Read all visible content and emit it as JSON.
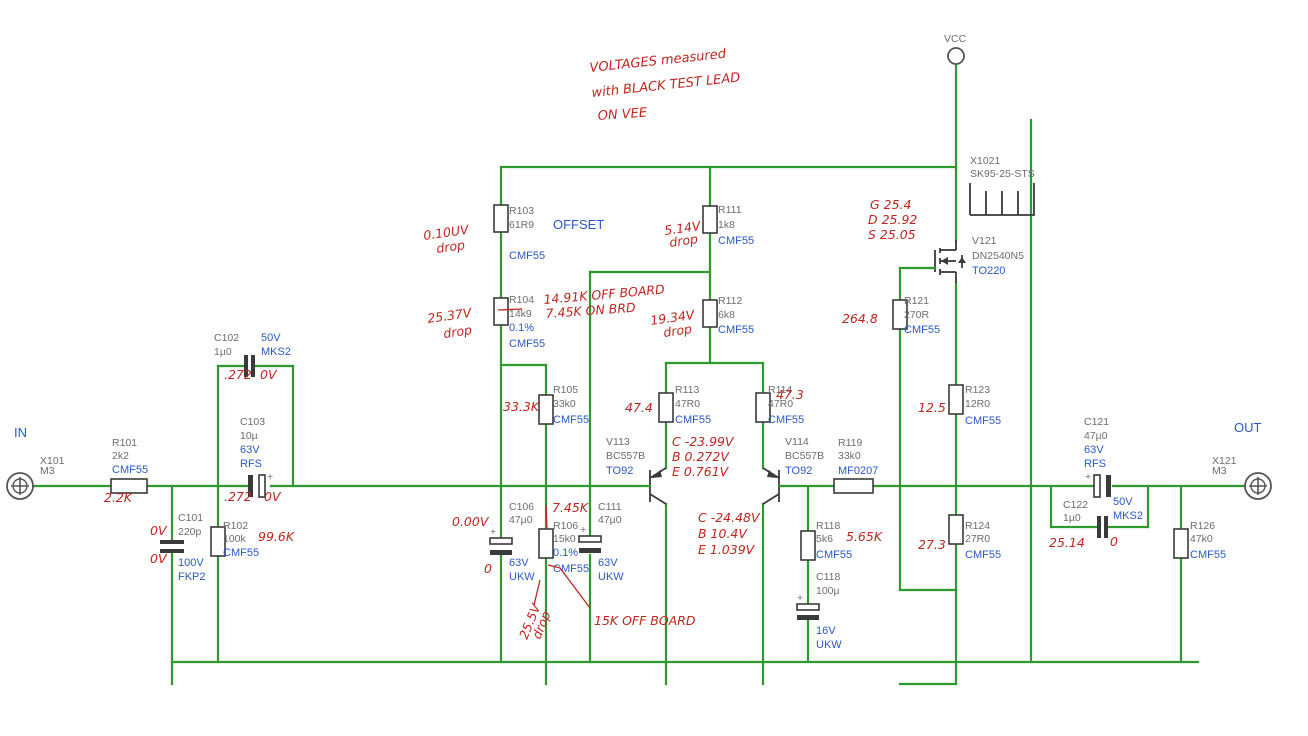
{
  "labels": {
    "in": "IN",
    "out": "OUT",
    "vcc": "VCC",
    "offset": "OFFSET"
  },
  "connectors": [
    {
      "ref": "X101",
      "value": "M3"
    },
    {
      "ref": "X121",
      "value": "M3"
    }
  ],
  "heatsink": {
    "ref": "X1021",
    "value": "SK95-25-STS"
  },
  "resistors": [
    {
      "ref": "R101",
      "value": "2k2",
      "type": "CMF55",
      "tol": ""
    },
    {
      "ref": "R102",
      "value": "100k",
      "type": "CMF55",
      "tol": ""
    },
    {
      "ref": "R103",
      "value": "61R9",
      "type": "CMF55",
      "tol": ""
    },
    {
      "ref": "R104",
      "value": "14k9",
      "type": "CMF55",
      "tol": "0.1%"
    },
    {
      "ref": "R105",
      "value": "33k0",
      "type": "CMF55",
      "tol": ""
    },
    {
      "ref": "R106",
      "value": "15k0",
      "type": "CMF55",
      "tol": "0.1%"
    },
    {
      "ref": "R111",
      "value": "1k8",
      "type": "CMF55",
      "tol": ""
    },
    {
      "ref": "R112",
      "value": "6k8",
      "type": "CMF55",
      "tol": ""
    },
    {
      "ref": "R113",
      "value": "47R0",
      "type": "CMF55",
      "tol": ""
    },
    {
      "ref": "R114",
      "value": "47R0",
      "type": "CMF55",
      "tol": ""
    },
    {
      "ref": "R118",
      "value": "5k6",
      "type": "CMF55",
      "tol": ""
    },
    {
      "ref": "R119",
      "value": "33k0",
      "type": "MF0207",
      "tol": ""
    },
    {
      "ref": "R121",
      "value": "270R",
      "type": "CMF55",
      "tol": ""
    },
    {
      "ref": "R123",
      "value": "12R0",
      "type": "CMF55",
      "tol": ""
    },
    {
      "ref": "R124",
      "value": "27R0",
      "type": "CMF55",
      "tol": ""
    },
    {
      "ref": "R126",
      "value": "47k0",
      "type": "CMF55",
      "tol": ""
    }
  ],
  "capacitors": [
    {
      "ref": "C101",
      "value": "220p",
      "volt": "100V",
      "type": "FKP2"
    },
    {
      "ref": "C102",
      "value": "1µ0",
      "volt": "50V",
      "type": "MKS2"
    },
    {
      "ref": "C103",
      "value": "10µ",
      "volt": "63V",
      "type": "RFS"
    },
    {
      "ref": "C106",
      "value": "47µ0",
      "volt": "63V",
      "type": "UKW"
    },
    {
      "ref": "C111",
      "value": "47µ0",
      "volt": "63V",
      "type": "UKW"
    },
    {
      "ref": "C118",
      "value": "100µ",
      "volt": "16V",
      "type": "UKW"
    },
    {
      "ref": "C121",
      "value": "47µ0",
      "volt": "63V",
      "type": "RFS"
    },
    {
      "ref": "C122",
      "value": "1µ0",
      "volt": "50V",
      "type": "MKS2"
    }
  ],
  "transistors": [
    {
      "ref": "V113",
      "value": "BC557B",
      "package": "TO92"
    },
    {
      "ref": "V114",
      "value": "BC557B",
      "package": "TO92"
    },
    {
      "ref": "V121",
      "value": "DN2540N5",
      "package": "TO220"
    }
  ],
  "handwritten": {
    "title_l1": "VOLTAGES measured",
    "title_l2": "with BLACK TEST LEAD",
    "title_l3": "ON VEE",
    "r103_drop_v": "0.10UV",
    "r103_drop": "drop",
    "r104_drop_v": "25.37V",
    "r104_drop": "drop",
    "r105_meas": "33.3K",
    "r111_drop_v": "5.14V",
    "r111_drop": "drop",
    "r112_drop_v": "19.34V",
    "r112_drop": "drop",
    "offboard_1": "14.91K OFF BOARD",
    "onboard": "7.45K ON BRD",
    "r113_meas": "47.4",
    "r114_meas": "47.3",
    "v113_c": "C -23.99V",
    "v113_b": "B 0.272V",
    "v113_e": "E 0.761V",
    "v114_c": "C -24.48V",
    "v114_b": "B 10.4V",
    "v114_e": "E 1.039V",
    "v121_g": "G 25.4",
    "v121_d": "D 25.92",
    "v121_s": "S 25.05",
    "r121_meas": "264.8",
    "r123_meas": "12.5",
    "r124_meas": "27.3",
    "r101_meas": "2.2K",
    "r102_meas": "99.6K",
    "c102_left": ".272",
    "c102_right": "0V",
    "c103_left": ".272",
    "c103_right": "0V",
    "c101_top": "0V",
    "c101_bot": "0V",
    "c106_top": "0.00V",
    "c106_bot": "0",
    "r106_meas": "7.45K",
    "r106_drop_v": "25.5V",
    "r106_drop": "drop",
    "offboard_2": "15K OFF BOARD",
    "r118_meas": "5.65K",
    "c122_left": "25.14",
    "c122_right": "0"
  }
}
